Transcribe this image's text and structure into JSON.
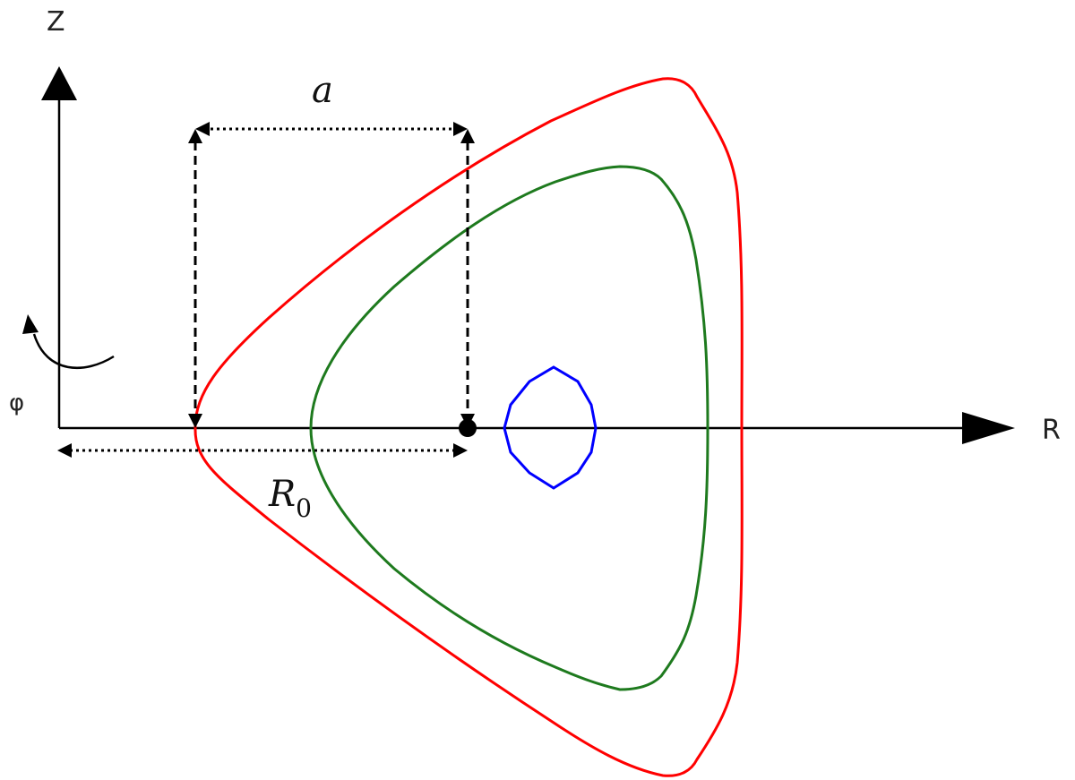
{
  "labels": {
    "z_axis": "Z",
    "r_axis": "R",
    "toroidal_angle": "φ",
    "minor_radius": "a",
    "major_radius_symbol": "R",
    "major_radius_subscript": "0"
  },
  "colors": {
    "outer_surface": "#ff0000",
    "middle_surface": "#1e7a1e",
    "inner_surface": "#0000ff",
    "axes": "#000000"
  }
}
